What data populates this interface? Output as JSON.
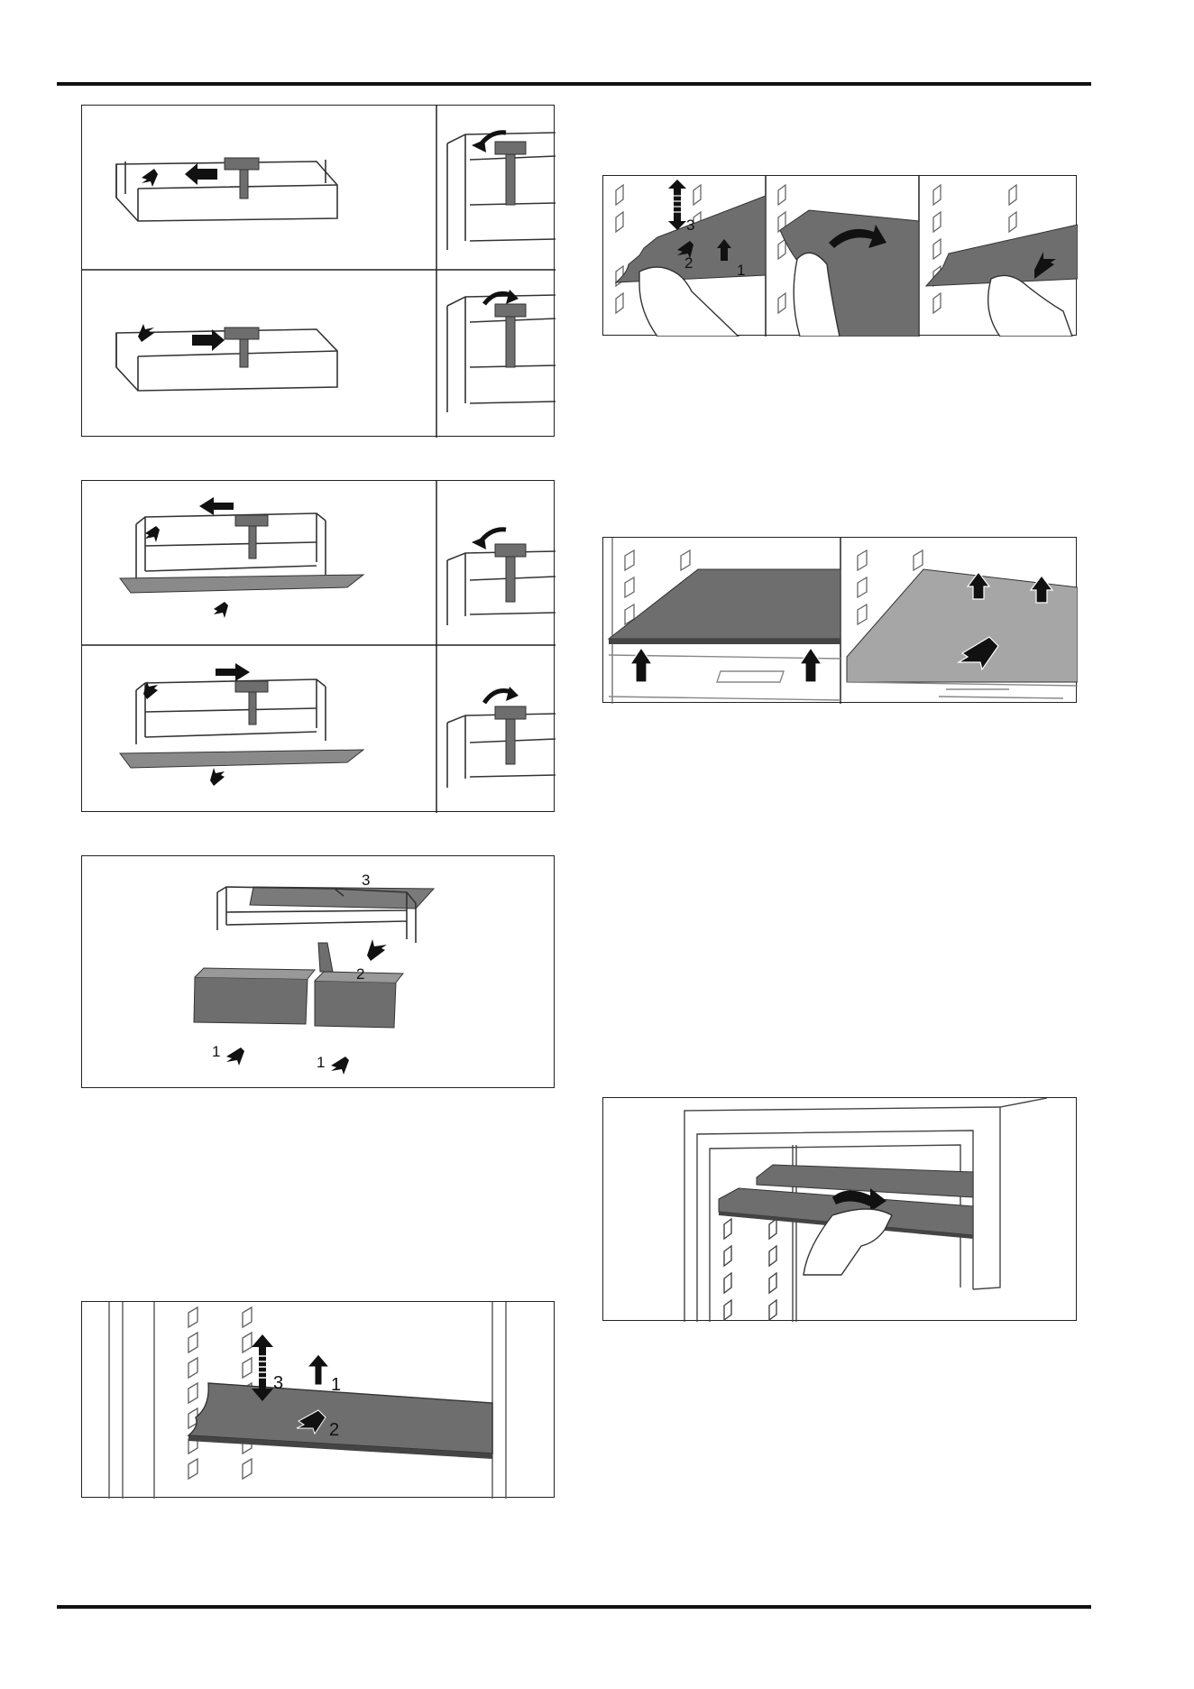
{
  "colors": {
    "rule": "#111111",
    "panel_border": "#222222",
    "shelf_dark": "#6e6e6e",
    "shelf_light": "#a6a6a6",
    "arrow": "#111111",
    "line": "#333333"
  },
  "figures": {
    "bracket_kit": {
      "labels": [
        "3",
        "2",
        "1",
        "1"
      ]
    },
    "glass_shelf_left": {
      "labels": [
        "3",
        "1",
        "2"
      ]
    },
    "shelf_steps": {
      "labels": [
        "3",
        "2",
        "1"
      ]
    }
  },
  "footer": {
    "code": ""
  }
}
